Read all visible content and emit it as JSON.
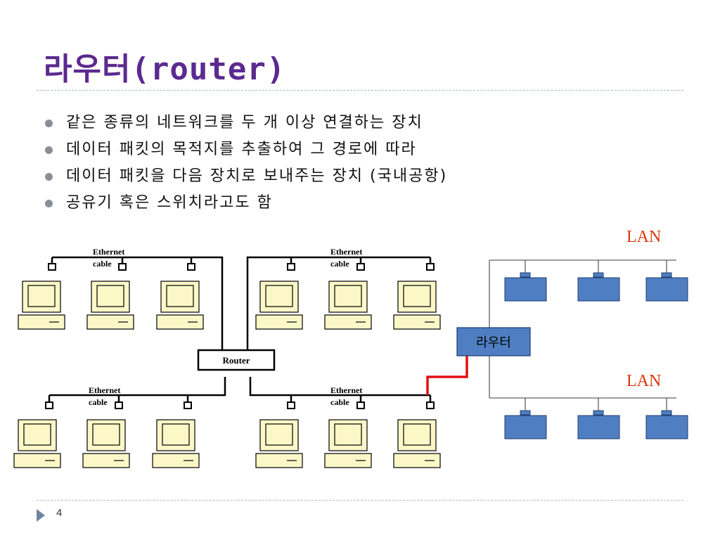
{
  "slide": {
    "title": "라우터(router)",
    "bullets": [
      "같은 종류의 네트워크를 두 개 이상 연결하는 장치",
      "데이터 패킷의 목적지를 추출하여 그 경로에 따라",
      "데이터 패킷을 다음 장치로 보내주는 장치 (국내공항)",
      "공유기 혹은 스위치라고도 함"
    ],
    "page_number": "4"
  },
  "diagram": {
    "ethernet_label_line1": "Ethernet",
    "ethernet_label_line2": "cable",
    "router_label": "Router",
    "router_box_label": "라우터",
    "lan_label": "LAN"
  },
  "colors": {
    "title": "#5b2a8f",
    "lan_label": "#d9380f",
    "link_highlight": "#e01010",
    "lan_node": "#4f7ec2",
    "router_box": "#4f7ec2",
    "pc_body": "#fcf7c7"
  }
}
